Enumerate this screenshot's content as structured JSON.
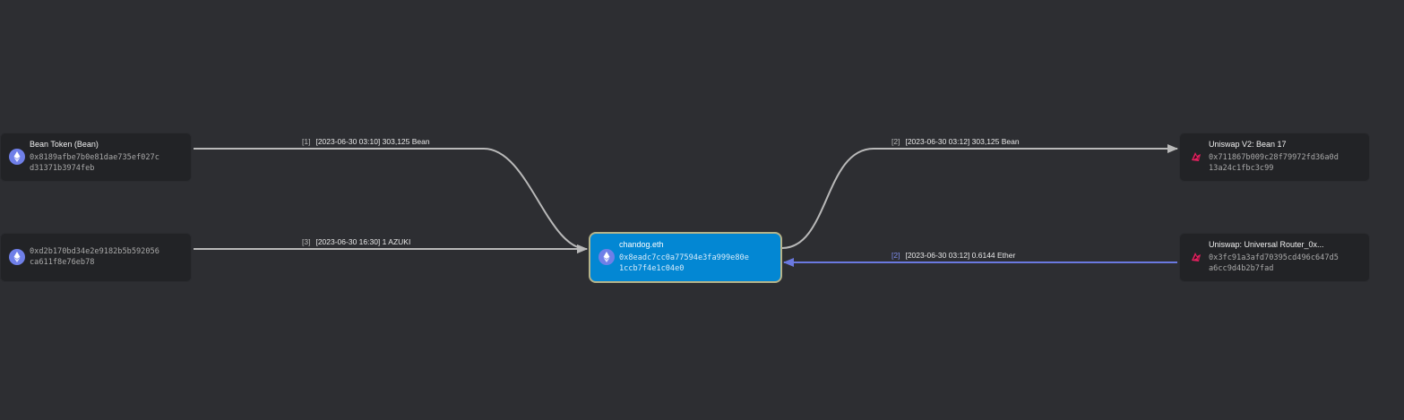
{
  "nodes": {
    "bean_token": {
      "name": "Bean Token (Bean)",
      "address": "0x8189afbe7b0e81dae735ef027cd31371b3974feb",
      "icon": "ethereum-icon"
    },
    "unnamed_wallet": {
      "name": "",
      "address": "0xd2b170bd34e2e9182b5b592056ca611f8e76eb78",
      "icon": "ethereum-icon"
    },
    "center": {
      "name": "chandog.eth",
      "address": "0x8eadc7cc0a77594e3fa999e80e1ccb7f4e1c04e0",
      "icon": "ethereum-icon"
    },
    "uniswap_v2": {
      "name": "Uniswap V2: Bean 17",
      "address": "0x711867b009c28f79972fd36a0d13a24c1fbc3c99",
      "icon": "uniswap-icon"
    },
    "uniswap_router": {
      "name": "Uniswap: Universal Router_0x...",
      "address": "0x3fc91a3afd70395cd496c647d5a6cc9d4b2b7fad",
      "icon": "uniswap-icon"
    }
  },
  "edges": [
    {
      "index": "[1]",
      "text": "[2023-06-30 03:10] 303,125 Bean",
      "color": "#b9b9b9"
    },
    {
      "index": "[3]",
      "text": "[2023-06-30 16:30] 1 AZUKI",
      "color": "#b9b9b9"
    },
    {
      "index": "[2]",
      "text": "[2023-06-30 03:12] 303,125 Bean",
      "color": "#b9b9b9"
    },
    {
      "index": "[2]",
      "text": "[2023-06-30 03:12] 0.6144 Ether",
      "color": "#6a79e0"
    }
  ],
  "colors": {
    "background": "#2d2e32",
    "node": "#222326",
    "center_node": "#0387d3",
    "center_border": "#b5b389",
    "edge_gray": "#b9b9b9",
    "edge_blue": "#6a79e0"
  }
}
